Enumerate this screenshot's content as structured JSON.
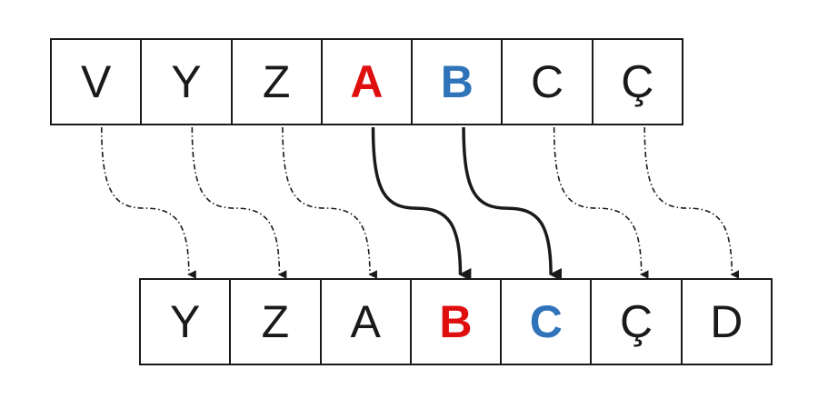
{
  "colors": {
    "text": "#1a1a1a",
    "red": "#e00f0f",
    "blue": "#2f73b8",
    "arrow": "#1a1a1a"
  },
  "top_row": [
    {
      "letter": "V",
      "color": "text",
      "bold": false
    },
    {
      "letter": "Y",
      "color": "text",
      "bold": false
    },
    {
      "letter": "Z",
      "color": "text",
      "bold": false
    },
    {
      "letter": "A",
      "color": "red",
      "bold": true
    },
    {
      "letter": "B",
      "color": "blue",
      "bold": true
    },
    {
      "letter": "C",
      "color": "text",
      "bold": false
    },
    {
      "letter": "Ç",
      "color": "text",
      "bold": false
    }
  ],
  "bottom_row": [
    {
      "letter": "Y",
      "color": "text",
      "bold": false
    },
    {
      "letter": "Z",
      "color": "text",
      "bold": false
    },
    {
      "letter": "A",
      "color": "text",
      "bold": false
    },
    {
      "letter": "B",
      "color": "red",
      "bold": true
    },
    {
      "letter": "C",
      "color": "blue",
      "bold": true
    },
    {
      "letter": "Ç",
      "color": "text",
      "bold": false
    },
    {
      "letter": "D",
      "color": "text",
      "bold": false
    }
  ],
  "arrows": [
    {
      "from": 0,
      "to": 0,
      "style": "dash-dot"
    },
    {
      "from": 1,
      "to": 1,
      "style": "dash-dot"
    },
    {
      "from": 2,
      "to": 2,
      "style": "dash-dot"
    },
    {
      "from": 3,
      "to": 3,
      "style": "solid"
    },
    {
      "from": 4,
      "to": 4,
      "style": "solid"
    },
    {
      "from": 5,
      "to": 5,
      "style": "dash-dot"
    },
    {
      "from": 6,
      "to": 6,
      "style": "dash-dot"
    }
  ]
}
